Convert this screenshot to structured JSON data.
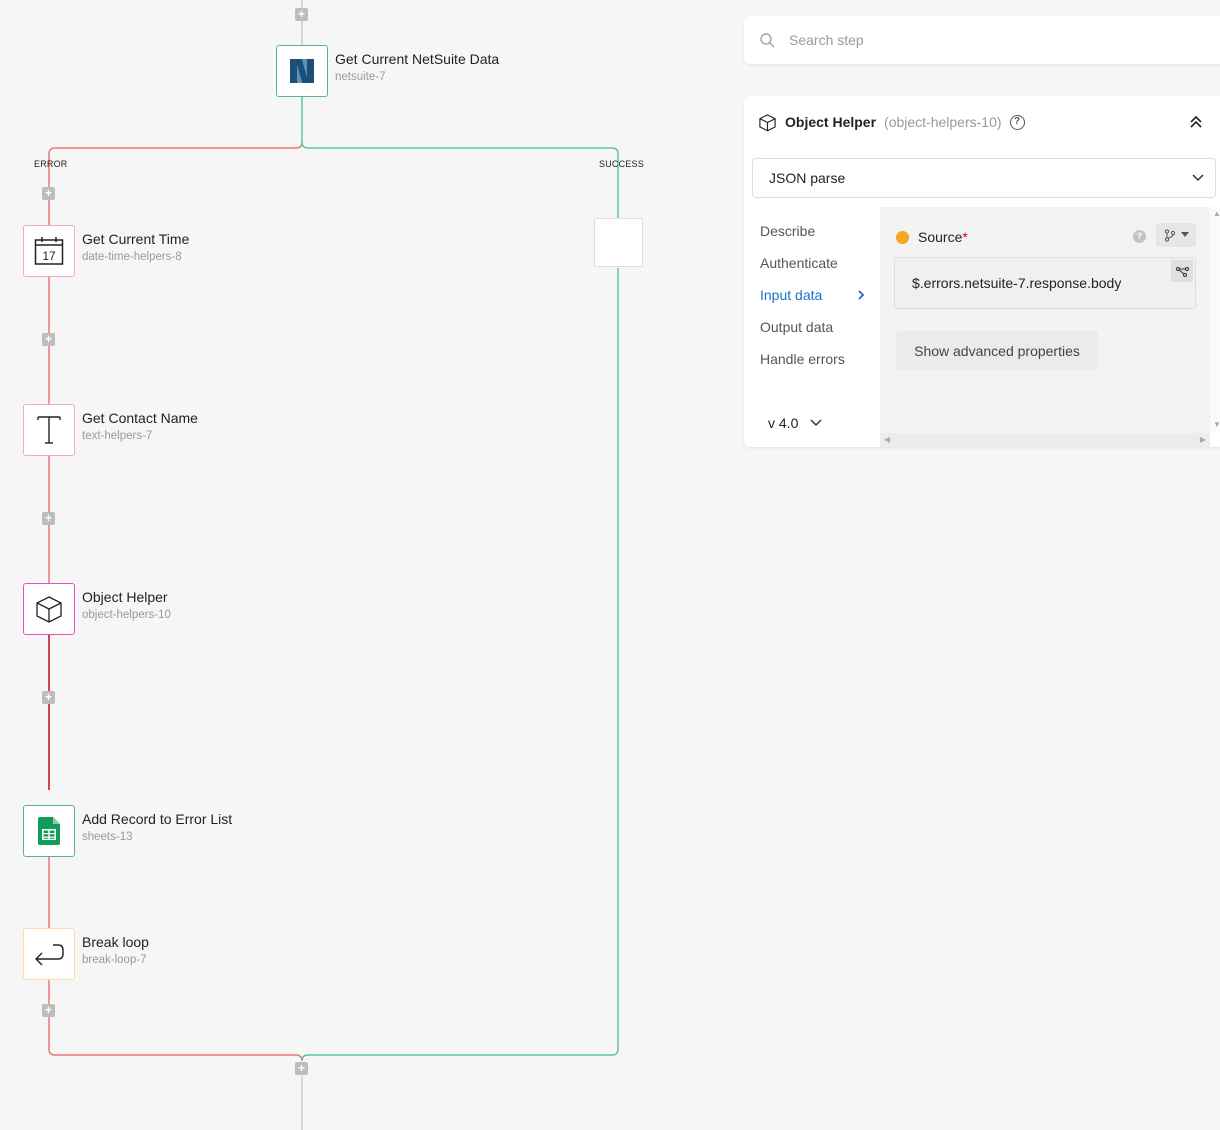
{
  "search": {
    "placeholder": "Search step"
  },
  "branches": {
    "error_label": "ERROR",
    "success_label": "SUCCESS"
  },
  "steps": [
    {
      "title": "Get Current NetSuite Data",
      "id": "netsuite-7",
      "icon": "netsuite-logo-icon",
      "border": "#52b788"
    },
    {
      "title": "Get Current Time",
      "id": "date-time-helpers-8",
      "icon": "calendar-icon",
      "calendar_day": "17",
      "border": "#f0a6d9"
    },
    {
      "title": "Get Contact Name",
      "id": "text-helpers-7",
      "icon": "text-t-icon",
      "border": "#f0a6d9"
    },
    {
      "title": "Object Helper",
      "id": "object-helpers-10",
      "icon": "cube-icon",
      "border": "#e94ec1"
    },
    {
      "title": "Add Record to Error List",
      "id": "sheets-13",
      "icon": "google-sheets-icon",
      "border": "#52b788"
    },
    {
      "title": "Break loop",
      "id": "break-loop-7",
      "icon": "return-arrow-icon",
      "border": "#ffd7a8"
    }
  ],
  "panel": {
    "title": "Object Helper",
    "id_label": "(object-helpers-10)",
    "action": "JSON parse",
    "nav": [
      "Describe",
      "Authenticate",
      "Input data",
      "Output data",
      "Handle errors"
    ],
    "active_nav": "Input data",
    "version": "v 4.0",
    "source": {
      "label": "Source",
      "required_mark": "*",
      "value": "$.errors.netsuite-7.response.body"
    },
    "advanced_button": "Show advanced properties"
  },
  "colors": {
    "error_line": "#e87979",
    "success_line": "#5fc69b",
    "accent": "#1d6fc4",
    "source_dot": "#f5a623"
  }
}
